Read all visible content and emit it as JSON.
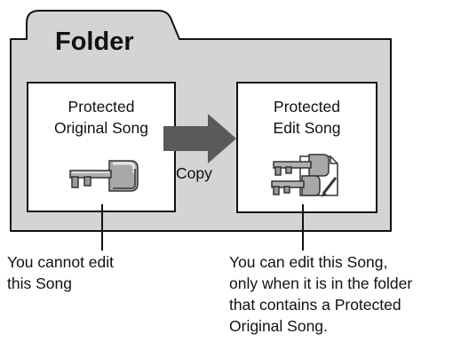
{
  "folder": {
    "title": "Folder",
    "fill_color": "#d4d4d4"
  },
  "original_song": {
    "label_lines": [
      "Protected",
      "Original Song"
    ],
    "icon": "key-icon"
  },
  "copy": {
    "label": "Copy",
    "arrow_color": "#5a5a5a"
  },
  "edit_song": {
    "label_lines": [
      "Protected",
      "Edit Song"
    ],
    "icon": "key-edit-icon"
  },
  "callouts": {
    "left_lines": [
      "You cannot edit",
      "this Song"
    ],
    "right_lines": [
      "You can edit this Song,",
      "only when it is in the folder",
      "that contains a Protected",
      "Original Song."
    ]
  }
}
